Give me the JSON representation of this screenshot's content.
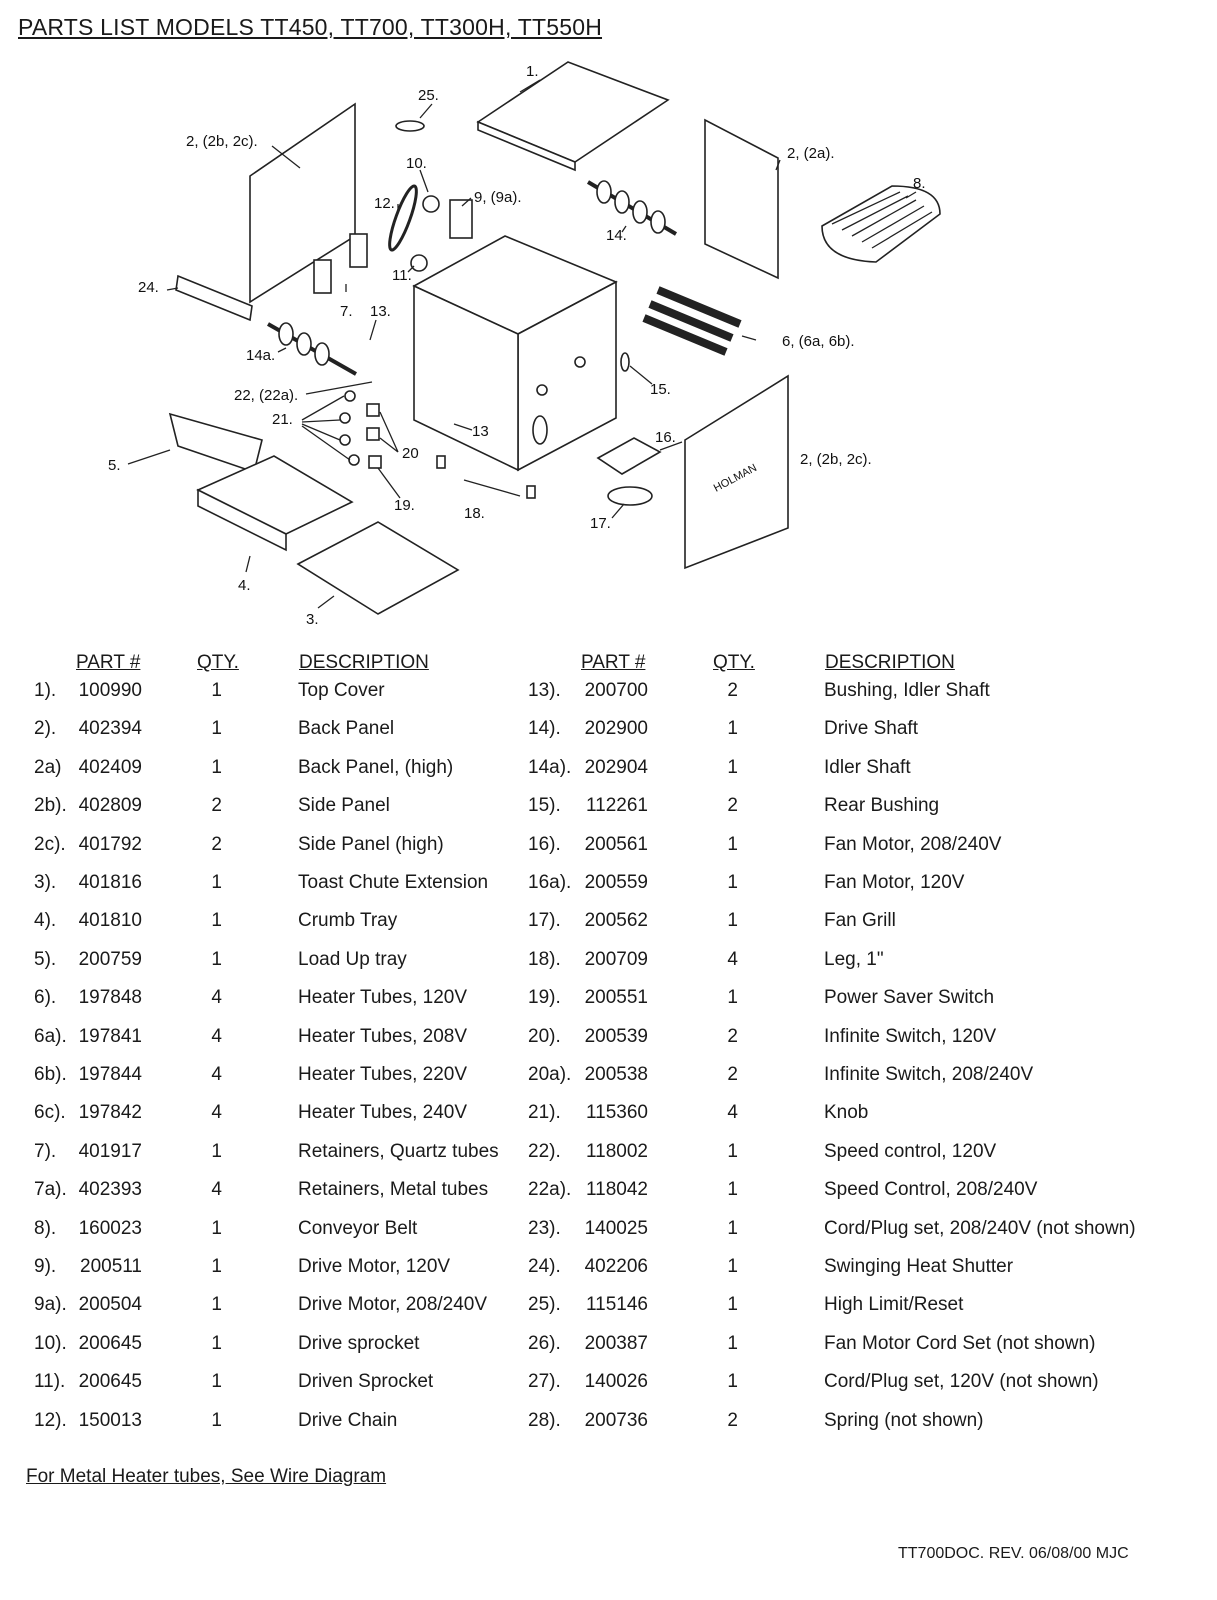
{
  "title": "PARTS LIST MODELS TT450, TT700, TT300H, TT550H",
  "diagram": {
    "callouts": [
      "1.",
      "25.",
      "2, (2b, 2c).",
      "10.",
      "2, (2a).",
      "8.",
      "12.",
      "9, (9a).",
      "14.",
      "11.",
      "24.",
      "7.",
      "13.",
      "14a.",
      "6, (6a, 6b).",
      "22, (22a).",
      "15.",
      "21.",
      "16.",
      "5.",
      "20",
      "13",
      "2, (2b, 2c).",
      "19.",
      "18.",
      "17.",
      "4.",
      "3."
    ],
    "brand": "HOLMAN"
  },
  "headers": {
    "part": "PART #",
    "qty": "QTY.",
    "description": "DESCRIPTION"
  },
  "left_rows": [
    {
      "idx": "1).",
      "part": "100990",
      "qty": "1",
      "desc": "Top Cover"
    },
    {
      "idx": "2).",
      "part": "402394",
      "qty": "1",
      "desc": "Back Panel"
    },
    {
      "idx": "2a)",
      "part": "402409",
      "qty": "1",
      "desc": "Back Panel, (high)"
    },
    {
      "idx": "2b).",
      "part": "402809",
      "qty": "2",
      "desc": "Side Panel"
    },
    {
      "idx": "2c).",
      "part": "401792",
      "qty": "2",
      "desc": "Side Panel (high)"
    },
    {
      "idx": "3).",
      "part": "401816",
      "qty": "1",
      "desc": "Toast Chute Extension"
    },
    {
      "idx": "4).",
      "part": "401810",
      "qty": "1",
      "desc": "Crumb Tray"
    },
    {
      "idx": "5).",
      "part": "200759",
      "qty": "1",
      "desc": "Load Up tray"
    },
    {
      "idx": "6).",
      "part": "197848",
      "qty": "4",
      "desc": "Heater Tubes, 120V"
    },
    {
      "idx": "6a).",
      "part": "197841",
      "qty": "4",
      "desc": "Heater Tubes, 208V"
    },
    {
      "idx": "6b).",
      "part": "197844",
      "qty": "4",
      "desc": "Heater Tubes, 220V"
    },
    {
      "idx": "6c).",
      "part": "197842",
      "qty": "4",
      "desc": "Heater Tubes, 240V"
    },
    {
      "idx": "7).",
      "part": "401917",
      "qty": "1",
      "desc": "Retainers, Quartz tubes"
    },
    {
      "idx": "7a).",
      "part": "402393",
      "qty": "4",
      "desc": "Retainers, Metal tubes"
    },
    {
      "idx": "8).",
      "part": "160023",
      "qty": "1",
      "desc": "Conveyor Belt"
    },
    {
      "idx": "9).",
      "part": "200511",
      "qty": "1",
      "desc": "Drive Motor, 120V"
    },
    {
      "idx": "9a).",
      "part": "200504",
      "qty": "1",
      "desc": "Drive Motor, 208/240V"
    },
    {
      "idx": "10).",
      "part": "200645",
      "qty": "1",
      "desc": "Drive sprocket"
    },
    {
      "idx": "11).",
      "part": "200645",
      "qty": "1",
      "desc": "Driven Sprocket"
    },
    {
      "idx": "12).",
      "part": "150013",
      "qty": "1",
      "desc": "Drive Chain"
    }
  ],
  "right_rows": [
    {
      "idx": "13).",
      "part": "200700",
      "qty": "2",
      "desc": "Bushing, Idler Shaft"
    },
    {
      "idx": "14).",
      "part": "202900",
      "qty": "1",
      "desc": "Drive Shaft"
    },
    {
      "idx": "14a).",
      "part": "202904",
      "qty": "1",
      "desc": "Idler Shaft"
    },
    {
      "idx": "15).",
      "part": "112261",
      "qty": "2",
      "desc": "Rear Bushing"
    },
    {
      "idx": "16).",
      "part": "200561",
      "qty": "1",
      "desc": "Fan Motor, 208/240V"
    },
    {
      "idx": "16a).",
      "part": "200559",
      "qty": "1",
      "desc": "Fan Motor, 120V"
    },
    {
      "idx": "17).",
      "part": "200562",
      "qty": "1",
      "desc": "Fan Grill"
    },
    {
      "idx": "18).",
      "part": "200709",
      "qty": "4",
      "desc": "Leg, 1\""
    },
    {
      "idx": "19).",
      "part": "200551",
      "qty": "1",
      "desc": "Power Saver Switch"
    },
    {
      "idx": "20).",
      "part": "200539",
      "qty": "2",
      "desc": "Infinite Switch, 120V"
    },
    {
      "idx": "20a).",
      "part": "200538",
      "qty": "2",
      "desc": "Infinite Switch, 208/240V"
    },
    {
      "idx": "21).",
      "part": "115360",
      "qty": "4",
      "desc": "Knob"
    },
    {
      "idx": "22).",
      "part": "118002",
      "qty": "1",
      "desc": "Speed control, 120V"
    },
    {
      "idx": "22a).",
      "part": "118042",
      "qty": "1",
      "desc": "Speed Control, 208/240V"
    },
    {
      "idx": "23).",
      "part": "140025",
      "qty": "1",
      "desc": "Cord/Plug set, 208/240V (not shown)"
    },
    {
      "idx": "24).",
      "part": "402206",
      "qty": "1",
      "desc": "Swinging Heat Shutter"
    },
    {
      "idx": "25).",
      "part": "115146",
      "qty": "1",
      "desc": "High Limit/Reset"
    },
    {
      "idx": "26).",
      "part": "200387",
      "qty": "1",
      "desc": "Fan Motor Cord Set (not shown)"
    },
    {
      "idx": "27).",
      "part": "140026",
      "qty": "1",
      "desc": "Cord/Plug set, 120V (not shown)"
    },
    {
      "idx": "28).",
      "part": "200736",
      "qty": "2",
      "desc": "Spring (not shown)"
    }
  ],
  "footnote": "For Metal Heater tubes, See Wire Diagram",
  "doc_ref": "TT700DOC. REV. 06/08/00 MJC"
}
